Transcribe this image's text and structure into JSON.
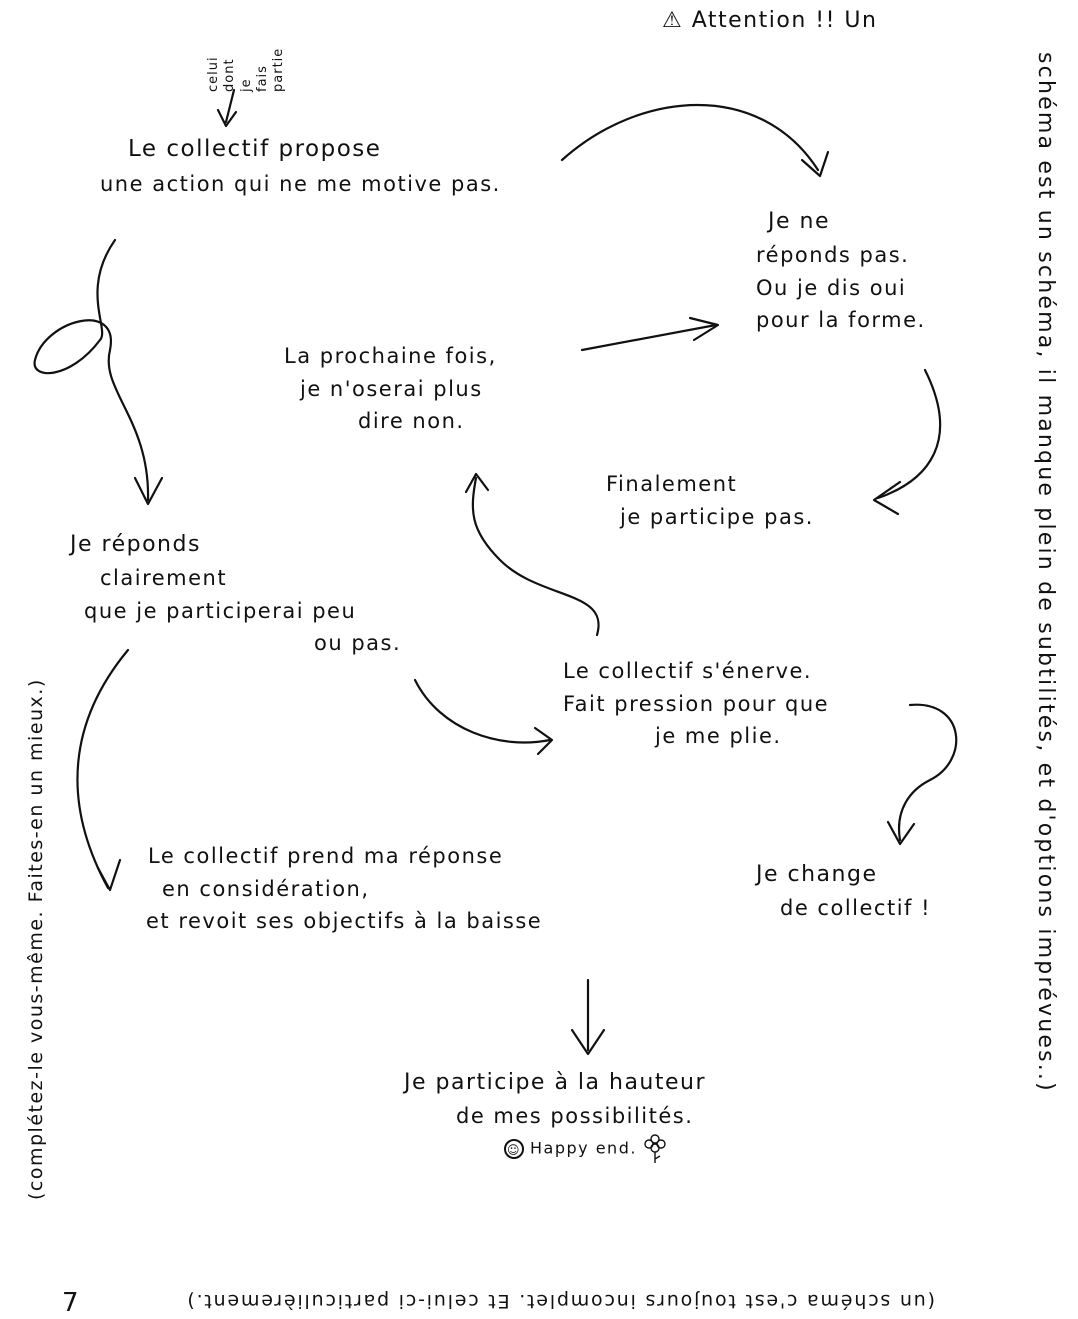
{
  "note_top": {
    "prefix": "⚠",
    "line1": "Attention !! Un",
    "right_margin": "schéma est un schéma, il manque plein de subtilités, et d'options imprévues..)",
    "bottom": "(un schéma c'est toujours incomplet. Et celui-ci particulièrement.)",
    "left_margin": "(complétez-le vous-même. Faites-en un mieux.)"
  },
  "side_note": {
    "lines": [
      "celui",
      "dont",
      "je",
      "fais",
      "partie"
    ]
  },
  "nodes": {
    "start": {
      "line1": "Le collectif propose",
      "line2": "une action qui ne me motive pas."
    },
    "no_answer": {
      "line1": "Je ne",
      "line2": "réponds pas.",
      "line3": "Ou je dis oui",
      "line4": "pour la forme."
    },
    "next_time": {
      "line1": "La prochaine fois,",
      "line2": "je n'oserai plus",
      "line3": "dire non."
    },
    "finally": {
      "line1": "Finalement",
      "line2": "je participe pas."
    },
    "clear_answer": {
      "line1": "Je réponds",
      "line2": "clairement",
      "line3": "que je participerai peu",
      "line4": "ou pas."
    },
    "pressure": {
      "line1": "Le collectif s'énerve.",
      "line2": "Fait pression pour que",
      "line3": "je me plie."
    },
    "considers": {
      "line1": "Le collectif prend ma réponse",
      "line2": "en considération,",
      "line3": "et revoit ses objectifs à la baisse"
    },
    "change": {
      "line1": "Je change",
      "line2": "de collectif !"
    },
    "participate": {
      "line1": "Je participe à la hauteur",
      "line2": "de mes possibilités.",
      "line3": "Happy end."
    }
  },
  "icons": {
    "smiley": "smiley-icon",
    "flower": "flower-icon",
    "warning": "warning-icon"
  },
  "page_number": "7"
}
